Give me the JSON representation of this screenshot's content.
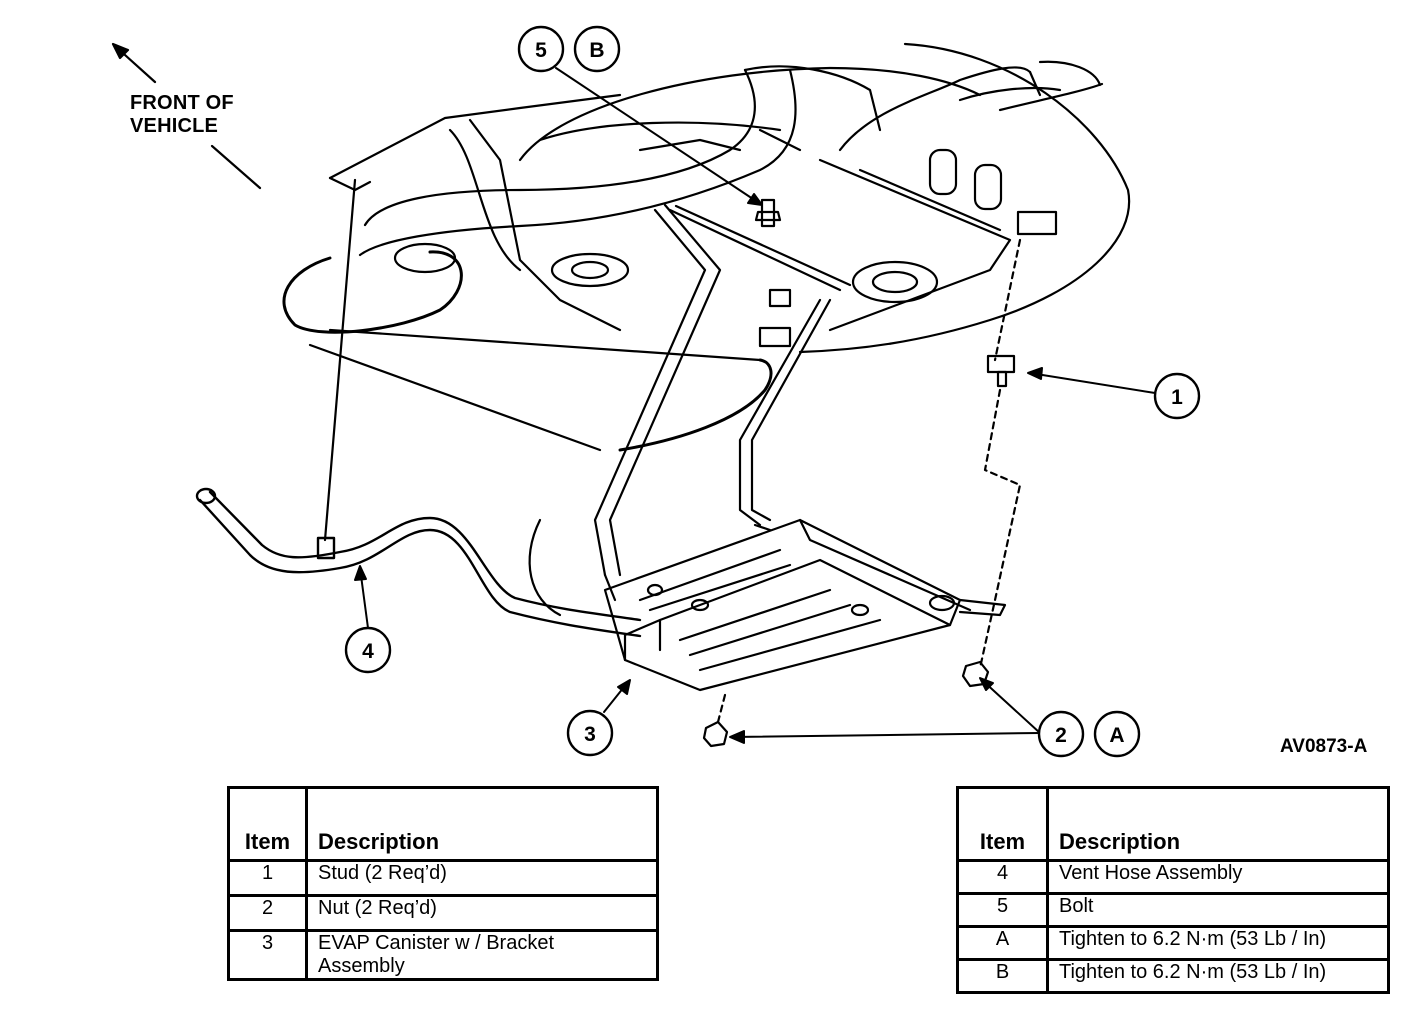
{
  "figure_id": "AV0873-A",
  "front_label": [
    "FRONT OF",
    "VEHICLE"
  ],
  "callouts": {
    "c1": "1",
    "c2": "2",
    "c3": "3",
    "c4": "4",
    "c5": "5",
    "cA": "A",
    "cB": "B"
  },
  "legend_left": {
    "header_item": "Item",
    "header_desc": "Description",
    "rows": [
      {
        "item": "1",
        "desc": "Stud (2 Req’d)"
      },
      {
        "item": "2",
        "desc": "Nut (2 Req’d)"
      },
      {
        "item": "3",
        "desc": "EVAP Canister w / Bracket",
        "desc2": "Assembly"
      }
    ]
  },
  "legend_right": {
    "header_item": "Item",
    "header_desc": "Description",
    "rows": [
      {
        "item": "4",
        "desc": "Vent Hose Assembly"
      },
      {
        "item": "5",
        "desc": "Bolt"
      },
      {
        "item": "A",
        "desc": "Tighten to 6.2 N·m (53 Lb / In)"
      },
      {
        "item": "B",
        "desc": "Tighten to 6.2 N·m (53 Lb / In)"
      }
    ]
  }
}
